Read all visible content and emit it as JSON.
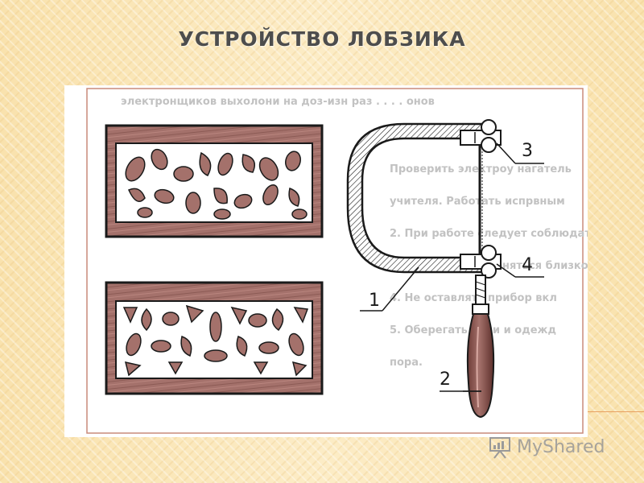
{
  "slide": {
    "title": "УСТРОЙСТВО ЛОБЗИКА"
  },
  "figure": {
    "callouts": [
      "1",
      "2",
      "3",
      "4"
    ],
    "background_text": [
      "электронщиков выхолони на доз-изн раз . . . . онов",
      "Проверить электроу нагатель",
      "учителя. Работать испрвным",
      "2. При работе следует соблюдать",
      "3. Не ожнух наклоняться близко к махэх движения",
      "4. Не оставлять прибор вкл",
      "5. Оберегать руки и одежд",
      "пора."
    ]
  },
  "watermark": {
    "text": "MyShared",
    "icon": "presentation-board-icon"
  },
  "colors": {
    "background": "#fbe8bb",
    "title": "#4d4d4d",
    "frame_line": "#c98a7a",
    "wood": "#a4716b",
    "outline": "#1a1a1a"
  }
}
